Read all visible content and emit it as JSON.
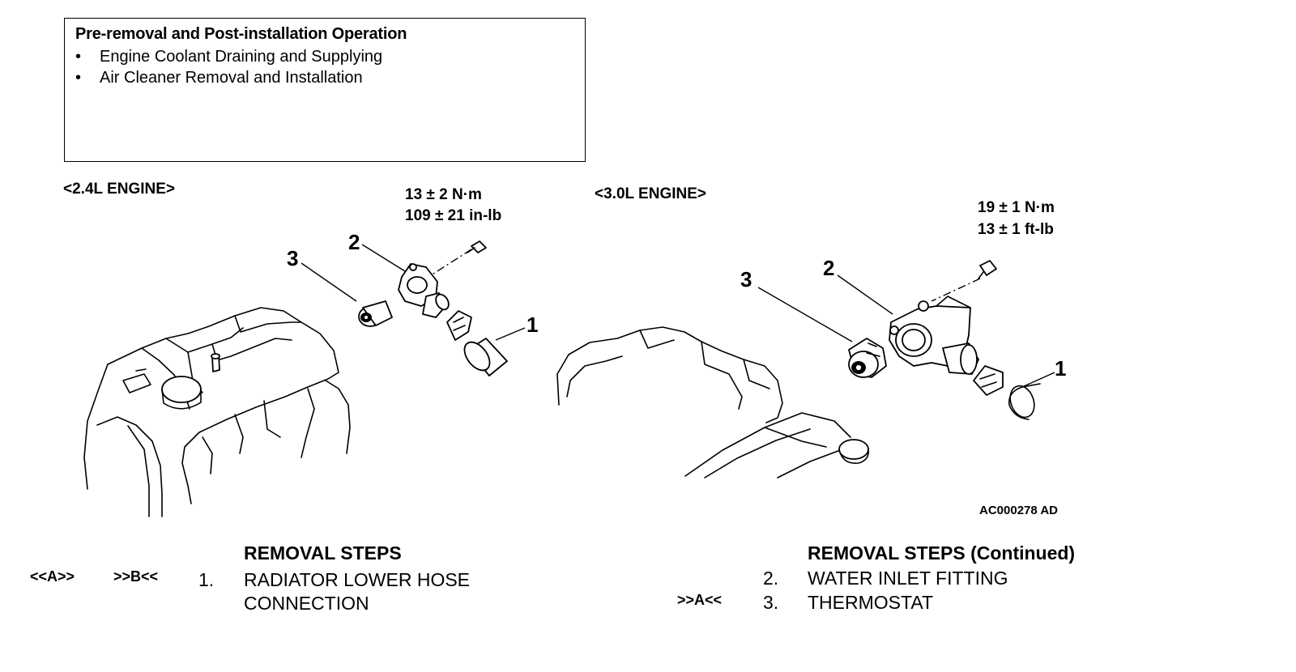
{
  "operation_box": {
    "title": "Pre-removal and Post-installation Operation",
    "items": [
      "Engine Coolant Draining and Supplying",
      "Air Cleaner Removal and Installation"
    ]
  },
  "left_diagram": {
    "engine_label": "<2.4L ENGINE>",
    "torque_line1": "13 ± 2 N·m",
    "torque_line2": "109 ± 21 in-lb",
    "callouts": [
      "1",
      "2",
      "3"
    ]
  },
  "right_diagram": {
    "engine_label": "<3.0L ENGINE>",
    "torque_line1": "19 ± 1 N·m",
    "torque_line2": "13 ± 1 ft-lb",
    "callouts": [
      "1",
      "2",
      "3"
    ]
  },
  "figure_code": "AC000278 AD",
  "removal_steps_left": {
    "heading": "REMOVAL STEPS",
    "rows": [
      {
        "ref1": "<<A>>",
        "ref2": ">>B<<",
        "num": "1.",
        "text_line1": "RADIATOR LOWER HOSE",
        "text_line2": "CONNECTION"
      }
    ]
  },
  "removal_steps_right": {
    "heading": "REMOVAL STEPS (Continued)",
    "rows": [
      {
        "ref": "",
        "num": "2.",
        "text": "WATER INLET FITTING"
      },
      {
        "ref": ">>A<<",
        "num": "3.",
        "text": "THERMOSTAT"
      }
    ]
  }
}
